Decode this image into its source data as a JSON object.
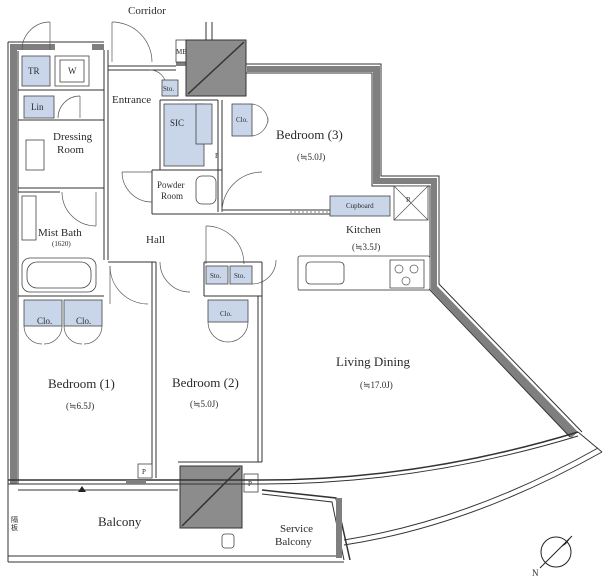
{
  "labels": {
    "corridor": "Corridor",
    "tr": "TR",
    "w": "W",
    "mb": "MB",
    "lin": "Lin",
    "entrance": "Entrance",
    "sto_entrance": "Sto.",
    "sic": "SIC",
    "clo_bed3": "Clo.",
    "p_sic": "P",
    "dressing_room": "Dressing\nRoom",
    "bedroom3": "Bedroom (3)",
    "bedroom3_area": "(≒5.0J)",
    "powder_room": "Powder\nRoom",
    "cupboard": "Cupboard",
    "r": "R",
    "kitchen": "Kitchen",
    "kitchen_area": "(≒3.5J)",
    "mist_bath": "Mist Bath",
    "mist_bath_size": "(1620)",
    "hall": "Hall",
    "sto_hall_1": "Sto.",
    "sto_hall_2": "Sto.",
    "clo_hall": "Clo.",
    "clo_bed1_left": "Clo.",
    "clo_bed1_right": "Clo.",
    "living_dining": "Living Dining",
    "living_dining_area": "(≒17.0J)",
    "bedroom1": "Bedroom (1)",
    "bedroom1_area": "(≒6.5J)",
    "bedroom2": "Bedroom (2)",
    "bedroom2_area": "(≒5.0J)",
    "p_bed2": "P",
    "p_service": "P",
    "balcony": "Balcony",
    "service_balcony": "Service\nBalcony",
    "north": "N",
    "evac": "隔\n板"
  }
}
